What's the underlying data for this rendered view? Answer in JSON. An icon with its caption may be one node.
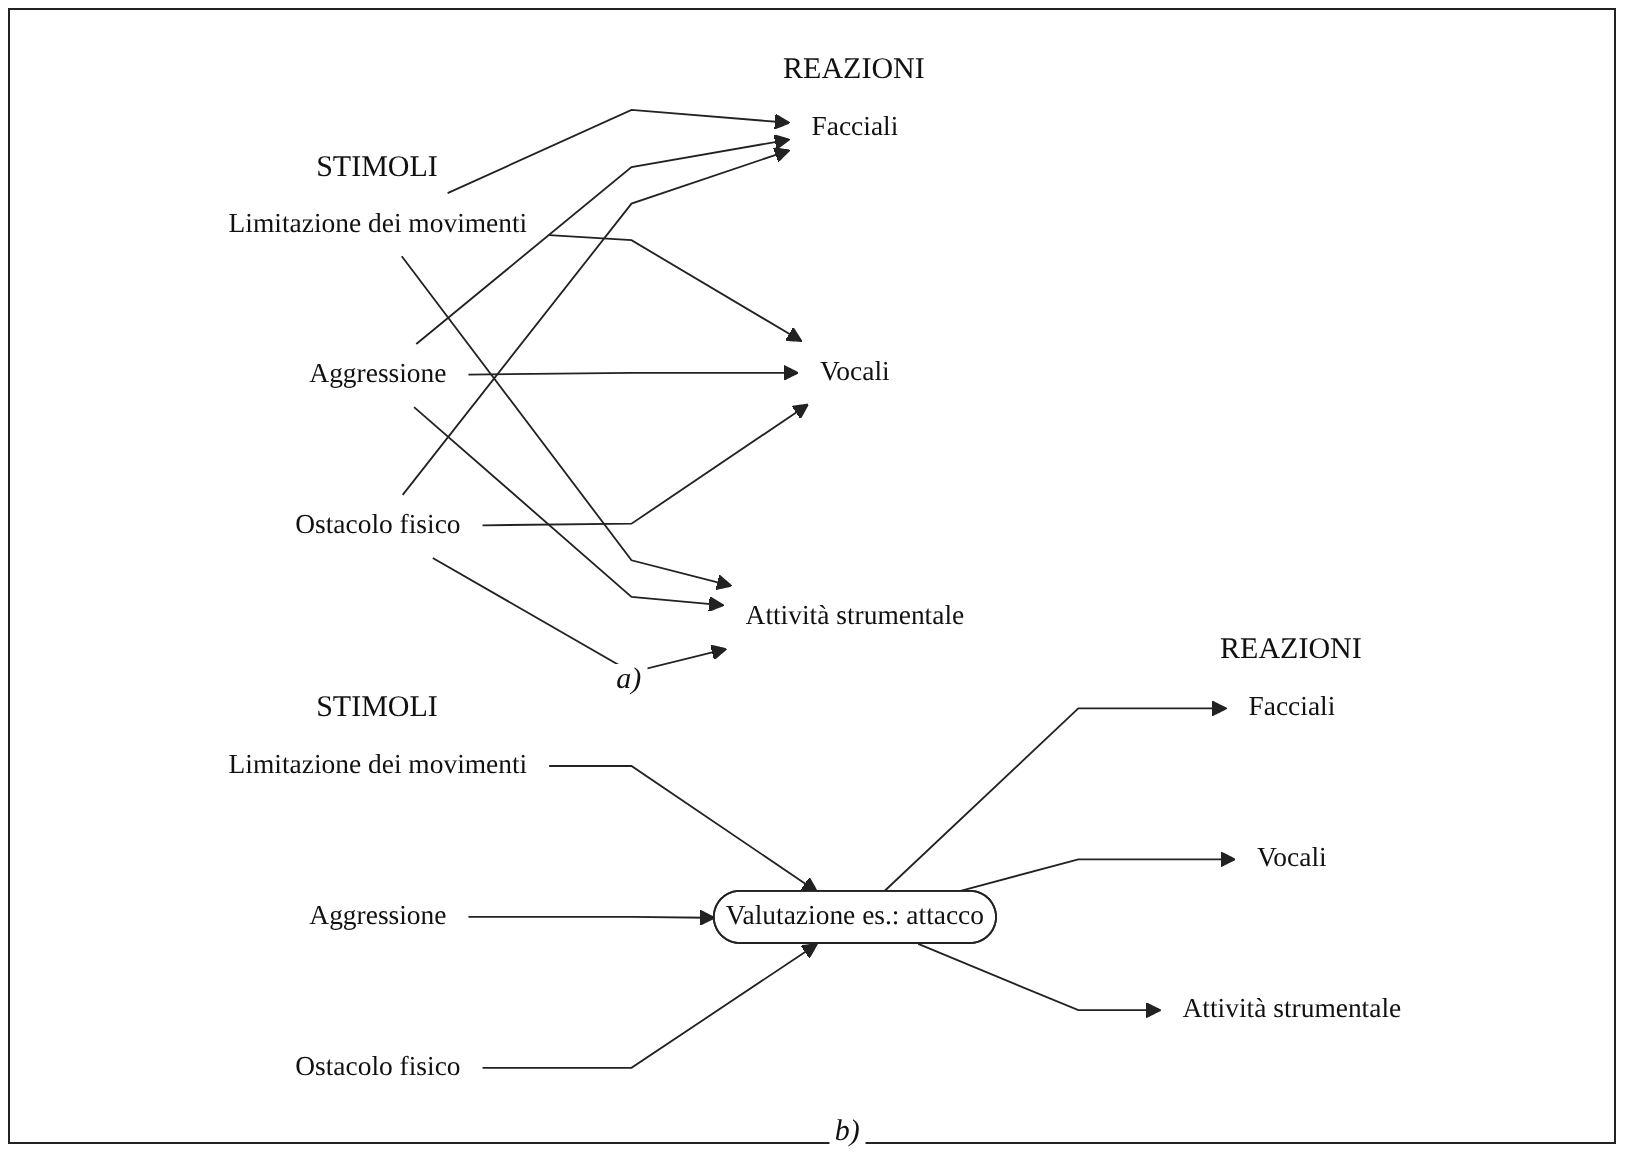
{
  "diagram": {
    "nodes": [
      {
        "text": [
          "Limitazione dei movimenti"
        ]
      },
      {
        "text": [
          "Aggressione"
        ]
      },
      {
        "text": [
          "Ostacolo fisico"
        ]
      },
      {
        "text": [
          "Facciali"
        ]
      },
      {
        "text": [
          "Vocali"
        ]
      },
      {
        "text": [
          "Attività strumentale"
        ]
      },
      {
        "text": [
          "Limitazione dei movimenti"
        ]
      },
      {
        "text": [
          "Aggressione"
        ]
      },
      {
        "text": [
          "Ostacolo fisico"
        ]
      },
      {
        "text": [
          "Valutazione es.: attacco"
        ]
      },
      {
        "text": [
          "Facciali"
        ]
      },
      {
        "text": [
          "Vocali"
        ]
      },
      {
        "text": [
          "Attività strumentale"
        ]
      }
    ],
    "edges": [
      {
        "from": 0,
        "to": 3,
        "arrow": "to"
      },
      {
        "from": 0,
        "to": 4,
        "arrow": "to"
      },
      {
        "from": 0,
        "to": 5,
        "arrow": "to"
      },
      {
        "from": 1,
        "to": 3,
        "arrow": "to"
      },
      {
        "from": 1,
        "to": 4,
        "arrow": "to"
      },
      {
        "from": 1,
        "to": 5,
        "arrow": "to"
      },
      {
        "from": 2,
        "to": 3,
        "arrow": "to"
      },
      {
        "from": 2,
        "to": 4,
        "arrow": "to"
      },
      {
        "from": 2,
        "to": 5,
        "arrow": "to"
      },
      {
        "from": 6,
        "to": 9,
        "arrow": "to"
      },
      {
        "from": 7,
        "to": 9,
        "arrow": "to"
      },
      {
        "from": 8,
        "to": 9,
        "arrow": "to"
      },
      {
        "from": 9,
        "to": 10,
        "arrow": "to"
      },
      {
        "from": 9,
        "to": 11,
        "arrow": "to"
      },
      {
        "from": 9,
        "to": 12,
        "arrow": "to"
      }
    ],
    "labels": [
      "STIMOLI",
      "REAZIONI",
      "a)",
      "STIMOLI",
      "REAZIONI",
      "b)"
    ]
  }
}
